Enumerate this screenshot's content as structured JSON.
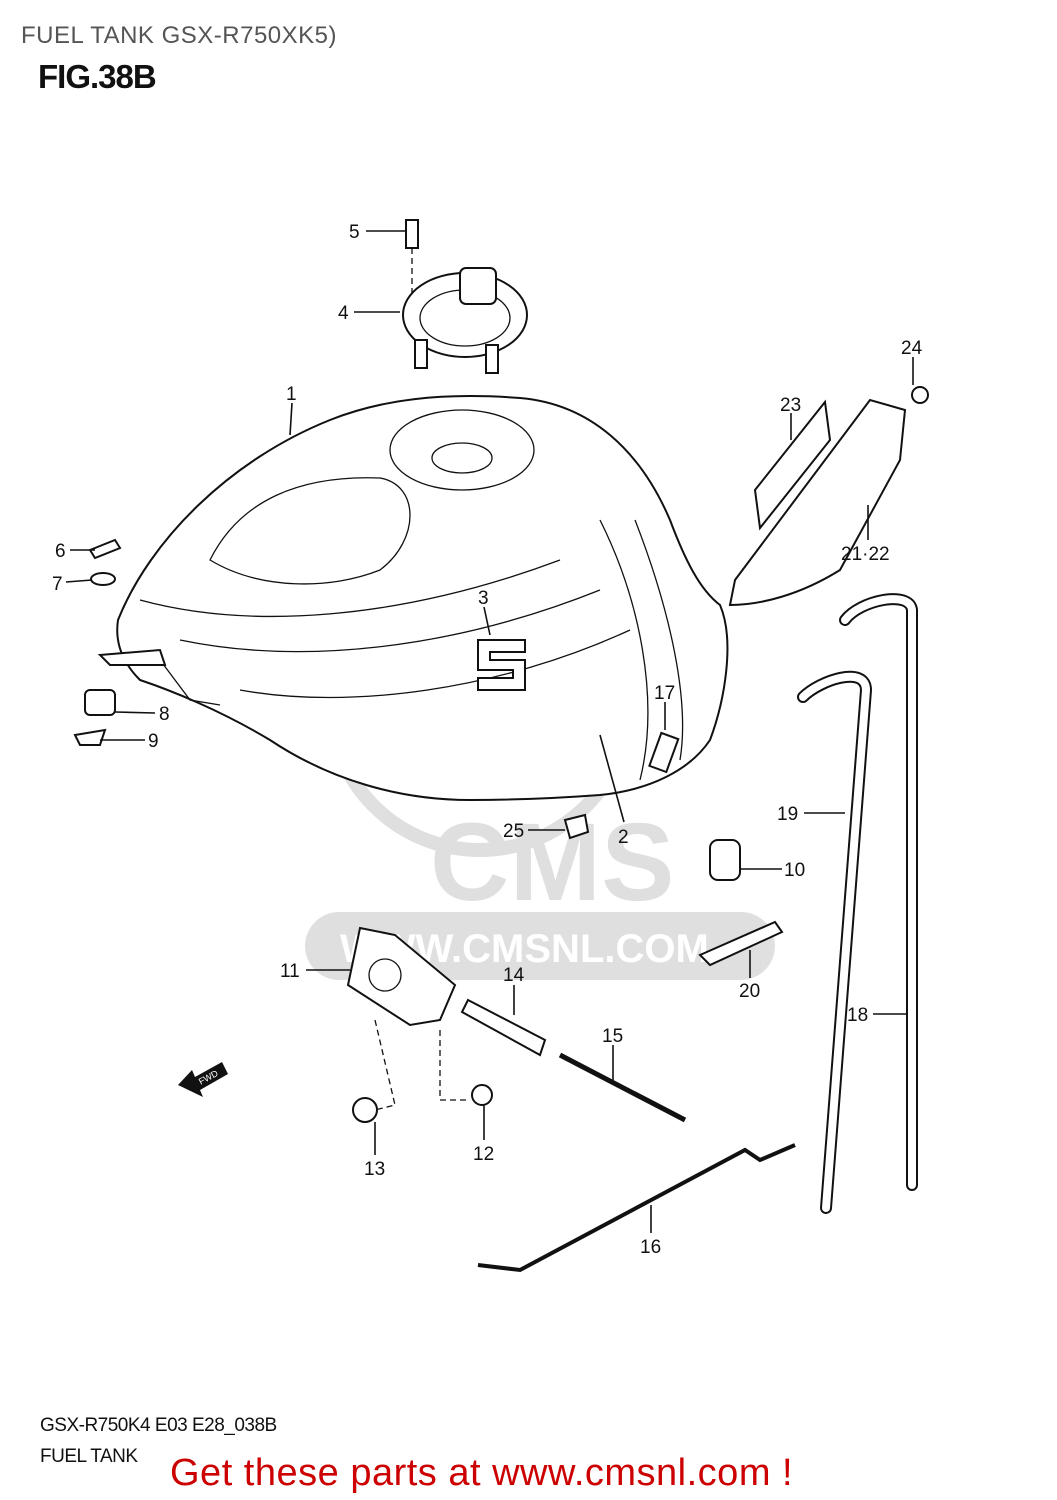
{
  "header": {
    "title": "FUEL TANK GSX-R750XK5)",
    "figure": "FIG.38B"
  },
  "footer": {
    "code": "GSX-R750K4 E03 E28_038B",
    "name": "FUEL TANK",
    "cta": "Get these parts at www.cmsnl.com !"
  },
  "watermark": {
    "logo": "CMS",
    "url": "WWW.CMSNL.COM"
  },
  "direction_arrow": "FWD",
  "callouts": {
    "c1": "1",
    "c2": "2",
    "c3": "3",
    "c4": "4",
    "c5": "5",
    "c6": "6",
    "c7": "7",
    "c8": "8",
    "c9": "9",
    "c10": "10",
    "c11": "11",
    "c12": "12",
    "c13": "13",
    "c14": "14",
    "c15": "15",
    "c16": "16",
    "c17": "17",
    "c18": "18",
    "c19": "19",
    "c20": "20",
    "c2122": "21·22",
    "c23": "23",
    "c24": "24",
    "c25": "25"
  },
  "colors": {
    "cta": "#cc0000",
    "title": "#555555"
  }
}
